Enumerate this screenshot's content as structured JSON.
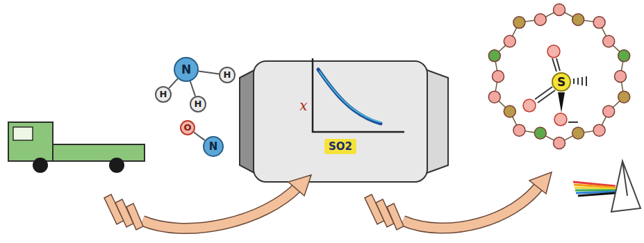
{
  "diagram": {
    "nodes": [
      {
        "text": [
          "N"
        ]
      },
      {
        "text": [
          "H"
        ]
      },
      {
        "text": [
          "H"
        ]
      },
      {
        "text": [
          "H"
        ]
      },
      {
        "text": [
          "O"
        ]
      },
      {
        "text": [
          "N"
        ]
      },
      {
        "text": [
          "SO2"
        ]
      },
      {
        "text": [
          "S"
        ]
      }
    ],
    "edges": [
      {
        "from": 0,
        "to": 1,
        "arrow": "none"
      },
      {
        "from": 0,
        "to": 2,
        "arrow": "none"
      },
      {
        "from": 0,
        "to": 3,
        "arrow": "none"
      },
      {
        "from": 4,
        "to": 5,
        "arrow": "none"
      }
    ],
    "labels": [
      "x"
    ]
  }
}
